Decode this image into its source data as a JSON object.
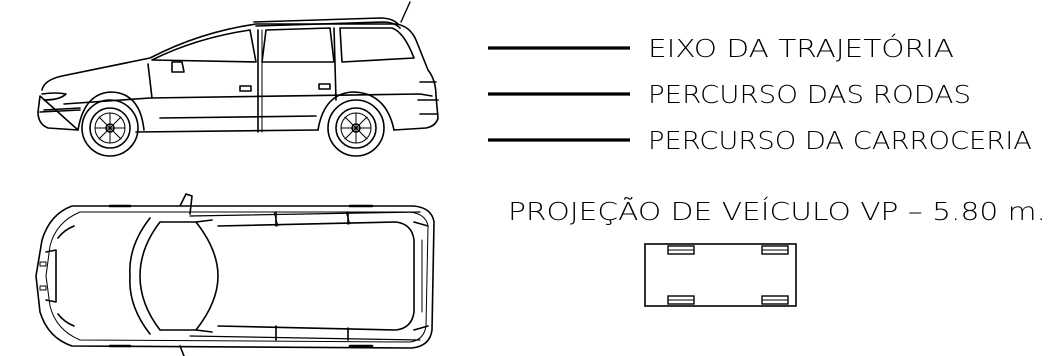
{
  "legend": {
    "items": [
      {
        "label": "EIXO DA TRAJETÓRIA"
      },
      {
        "label": "PERCURSO DAS RODAS"
      },
      {
        "label": "PERCURSO DA CARROCERIA"
      }
    ]
  },
  "projection": {
    "title": "PROJEÇÃO DE VEÍCULO VP – 5.80 m."
  },
  "colors": {
    "line": "#000000",
    "background": "#ffffff"
  }
}
